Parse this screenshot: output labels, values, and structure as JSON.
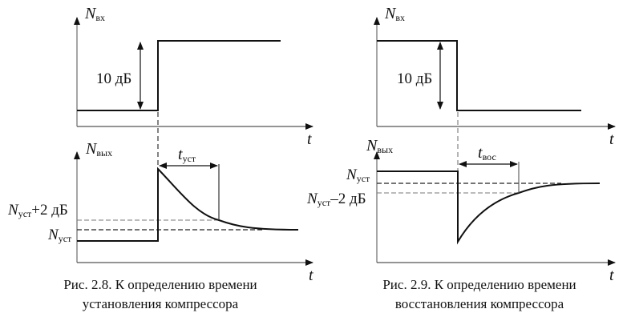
{
  "figure_left": {
    "top": {
      "ylabel_main": "N",
      "ylabel_sub": "вх",
      "xlabel": "t",
      "step_label": "10 дБ"
    },
    "bottom": {
      "ylabel_main": "N",
      "ylabel_sub": "вых",
      "xlabel": "t",
      "time_main": "t",
      "time_sub": "уст",
      "level_upper_main": "N",
      "level_upper_sub": "уст",
      "level_upper_suffix": "+2 дБ",
      "level_main": "N",
      "level_sub": "уст"
    },
    "caption": [
      "Рис. 2.8. К определению времени",
      "установления компрессора"
    ]
  },
  "figure_right": {
    "top": {
      "ylabel_main": "N",
      "ylabel_sub": "вх",
      "xlabel": "t",
      "step_label": "10 дБ"
    },
    "bottom": {
      "ylabel_main": "N",
      "ylabel_sub": "вых",
      "xlabel": "t",
      "time_main": "t",
      "time_sub": "вос",
      "level_main": "N",
      "level_sub": "уст",
      "level_lower_main": "N",
      "level_lower_sub": "уст",
      "level_lower_suffix": "–2 дБ"
    },
    "caption": [
      "Рис. 2.9. К определению времени",
      "восстановления компрессора"
    ]
  }
}
